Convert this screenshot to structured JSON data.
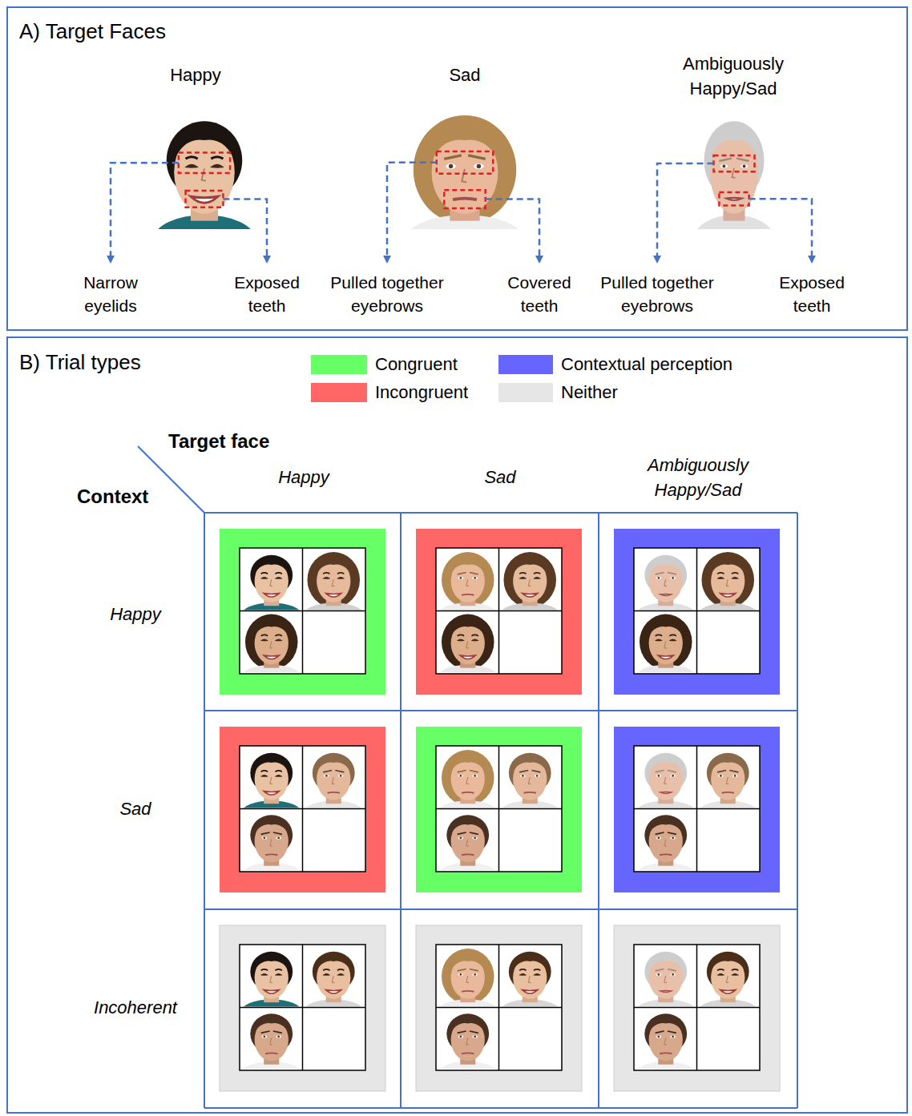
{
  "diagram": {
    "nodes": [
      {
        "text": [
          "A) Target Faces"
        ]
      },
      {
        "text": [
          "B) Trial types"
        ]
      }
    ],
    "labels": [
      "Happy",
      "Sad",
      "Ambiguously Happy/Sad",
      "Narrow eyelids",
      "Exposed teeth",
      "Pulled together eyebrows",
      "Covered teeth",
      "Pulled together eyebrows",
      "Exposed teeth",
      "Target face",
      "Context",
      "Happy",
      "Sad",
      "Ambiguously Happy/Sad",
      "Happy",
      "Sad",
      "Incoherent"
    ],
    "legend": [
      {
        "text": "Congruent",
        "color": "#66ff66"
      },
      {
        "text": "Incongruent",
        "color": "#ff6666"
      },
      {
        "text": "Contextual perception",
        "color": "#6666ff"
      },
      {
        "text": "Neither",
        "color": "#e6e6e6"
      }
    ]
  }
}
